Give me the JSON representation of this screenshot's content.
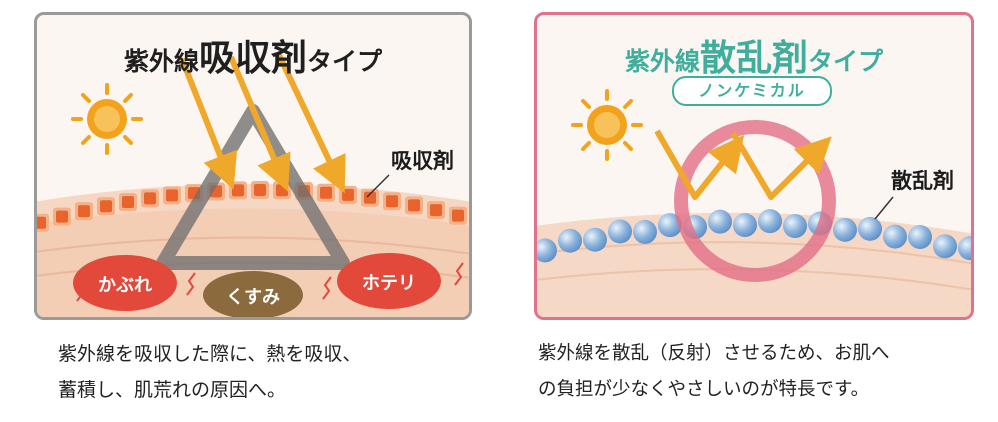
{
  "left_panel": {
    "title_prefix": "紫外線",
    "title_main": "吸収剤",
    "title_suffix": "タイプ",
    "label": "吸収剤",
    "effects": [
      "かぶれ",
      "くすみ",
      "ホテリ"
    ],
    "caption_lines": [
      "紫外線を吸収した際に、熱を吸収、",
      "蓄積し、肌荒れの原因へ。"
    ]
  },
  "right_panel": {
    "title_prefix": "紫外線",
    "title_main": "散乱剤",
    "title_suffix": "タイプ",
    "badge": "ノンケミカル",
    "label": "散乱剤",
    "caption_lines": [
      "紫外線を散乱（反射）させるため、お肌へ",
      "の負担が少なくやさしいのが特長です。"
    ]
  },
  "colors": {
    "left_border": "#9a9a9a",
    "right_border": "#e0738b",
    "teal": "#3fae9c",
    "sun": "#f2a21b",
    "arrow": "#f0a82a",
    "absorber_cell": "#e8642c",
    "effect_red": "#e2493a",
    "effect_brown": "#8b6a3e",
    "bead": "#8cb4dd",
    "ring": "#e26f86"
  }
}
